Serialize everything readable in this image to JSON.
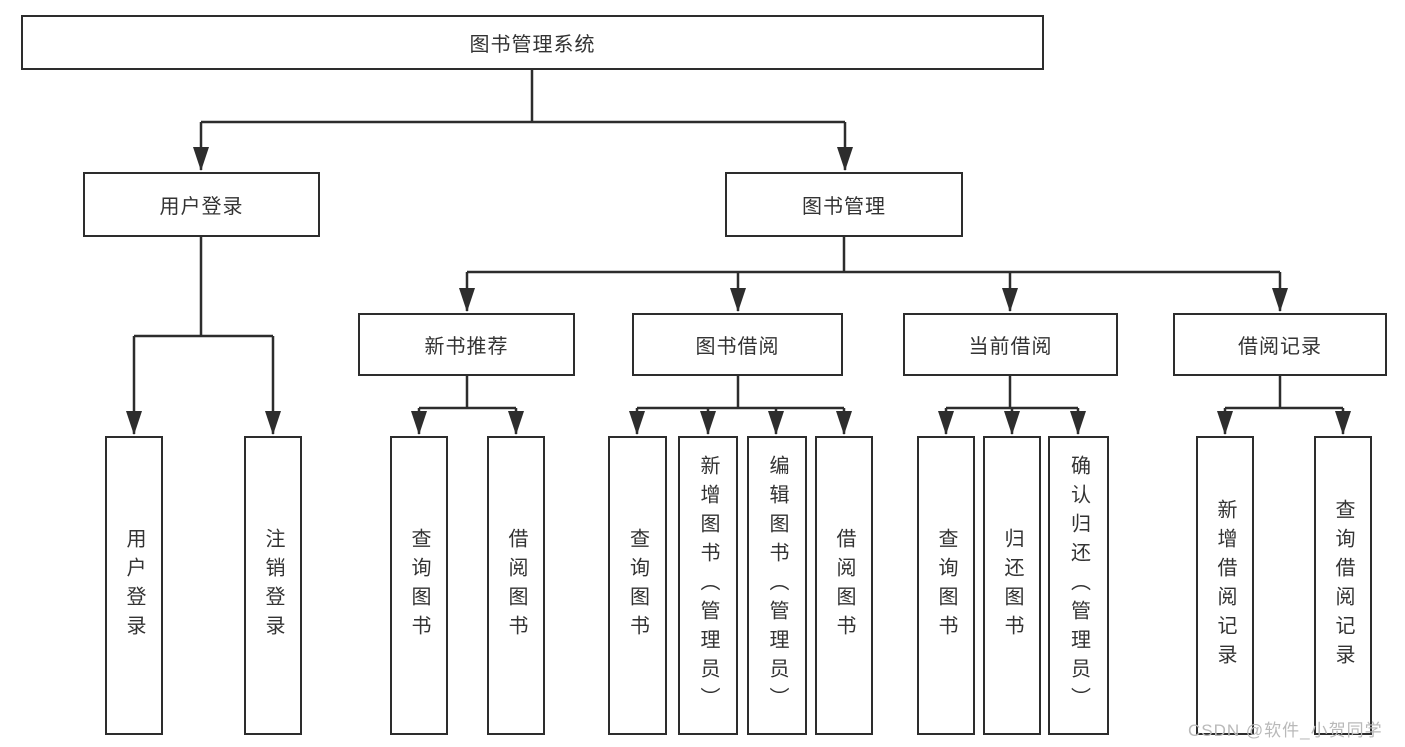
{
  "diagram": {
    "title": "图书管理系统",
    "branches": [
      {
        "label": "用户登录",
        "children": [
          {
            "label": "用户登录"
          },
          {
            "label": "注销登录"
          }
        ]
      },
      {
        "label": "图书管理",
        "children": [
          {
            "label": "新书推荐",
            "children": [
              {
                "label": "查询图书"
              },
              {
                "label": "借阅图书"
              }
            ]
          },
          {
            "label": "图书借阅",
            "children": [
              {
                "label": "查询图书"
              },
              {
                "label": "新增图书（管理员）"
              },
              {
                "label": "编辑图书（管理员）"
              },
              {
                "label": "借阅图书"
              }
            ]
          },
          {
            "label": "当前借阅",
            "children": [
              {
                "label": "查询图书"
              },
              {
                "label": "归还图书"
              },
              {
                "label": "确认归还（管理员）"
              }
            ]
          },
          {
            "label": "借阅记录",
            "children": [
              {
                "label": "新增借阅记录"
              },
              {
                "label": "查询借阅记录"
              }
            ]
          }
        ]
      }
    ]
  },
  "watermark": {
    "text": "CSDN @软件_小贺同学"
  },
  "colors": {
    "line": "#2d2d2d",
    "text": "#333333",
    "watermark": "#b9b9b9",
    "background": "#ffffff"
  }
}
